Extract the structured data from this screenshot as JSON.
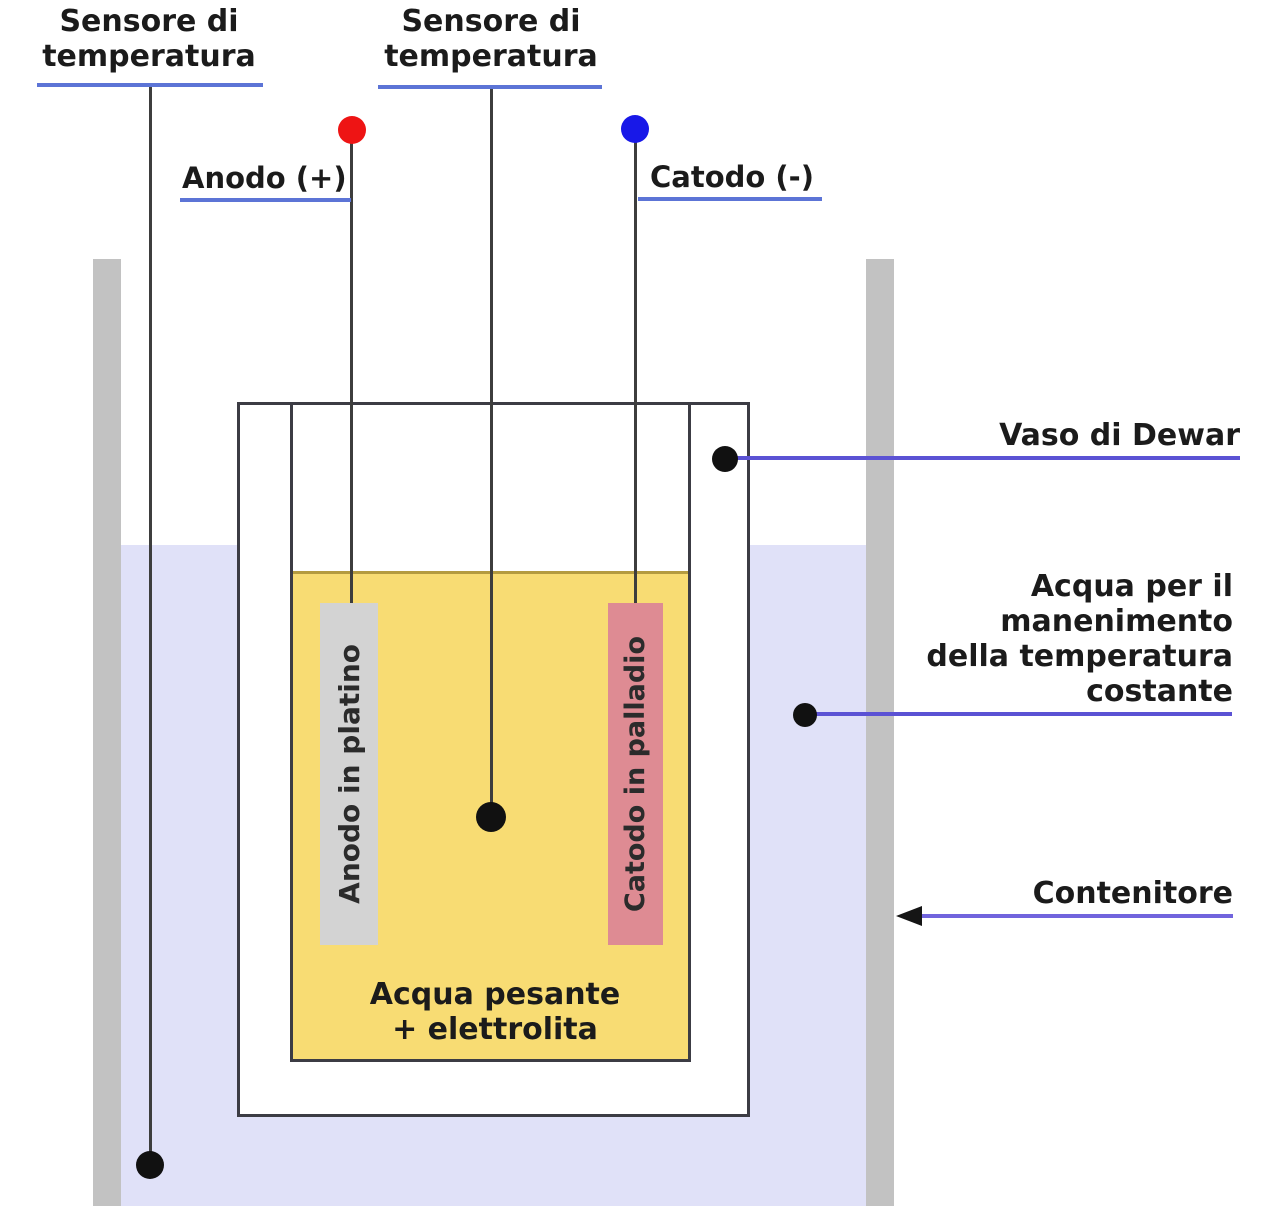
{
  "labels": {
    "sensor_left": {
      "line1": "Sensore di",
      "line2": "temperatura"
    },
    "sensor_center": {
      "line1": "Sensore di",
      "line2": "temperatura"
    },
    "anode_terminal": "Anodo (+)",
    "cathode_terminal": "Catodo (-)",
    "dewar": "Vaso di Dewar",
    "bath_water": {
      "line1": "Acqua per il",
      "line2": "manenimento",
      "line3": "della temperatura",
      "line4": "costante"
    },
    "container": "Contenitore",
    "electrolyte": {
      "line1": "Acqua pesante",
      "line2": "+ elettrolita"
    },
    "anode_bar": "Anodo in platino",
    "cathode_bar": "Catodo in palladio"
  },
  "colors": {
    "bath_water_fill": "#e0e1f8",
    "electrolyte_fill": "#f8dc73",
    "electrolyte_surface": "#b49b40",
    "container_wall": "#c2c2c2",
    "anode_bar_fill": "#d3d3d3",
    "cathode_bar_fill": "#de8b93",
    "vessel_outline": "#3c3c44",
    "wire": "#3d3d3d",
    "label_underline": "#5c74d6",
    "pointer_line": "#5b52d4",
    "arrow_line": "#7164dd",
    "anode_terminal_dot": "#ee1414",
    "cathode_terminal_dot": "#1818e8",
    "node_dot": "#111111",
    "text": "#1b1b1b"
  }
}
